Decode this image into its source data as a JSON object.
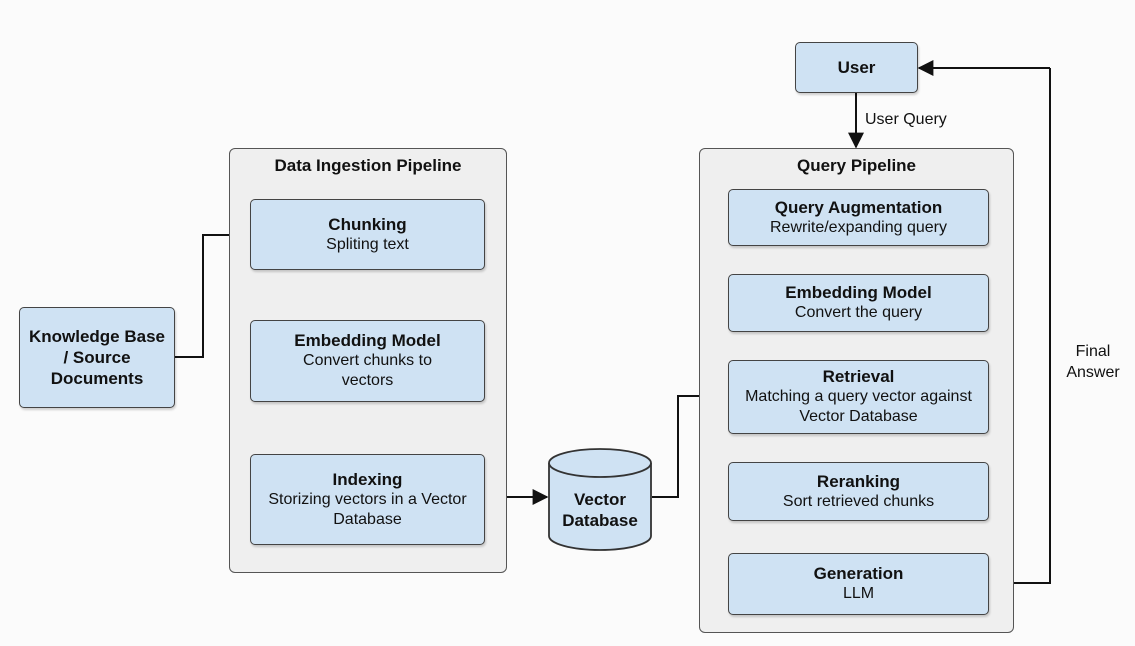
{
  "knowledge": {
    "title": "Knowledge Base / Source Documents"
  },
  "ingestion": {
    "title": "Data Ingestion Pipeline",
    "chunking": {
      "title": "Chunking",
      "sub": "Spliting text"
    },
    "embedding": {
      "title": "Embedding Model",
      "sub": "Convert chunks to vectors"
    },
    "indexing": {
      "title": "Indexing",
      "sub": "Storizing vectors in a Vector Database"
    }
  },
  "vector_db": {
    "label": "Vector Database"
  },
  "user": {
    "title": "User",
    "query_label": "User Query"
  },
  "query": {
    "title": "Query Pipeline",
    "augmentation": {
      "title": "Query Augmentation",
      "sub": "Rewrite/expanding query"
    },
    "embedding": {
      "title": "Embedding Model",
      "sub": "Convert the query"
    },
    "retrieval": {
      "title": "Retrieval",
      "sub": "Matching a query vector against Vector Database"
    },
    "reranking": {
      "title": "Reranking",
      "sub": "Sort retrieved chunks"
    },
    "generation": {
      "title": "Generation",
      "sub": "LLM"
    }
  },
  "final_answer_label": "Final Answer",
  "colors": {
    "box_fill": "#cfe2f3",
    "container_fill": "#efefef",
    "stroke": "#444444"
  }
}
